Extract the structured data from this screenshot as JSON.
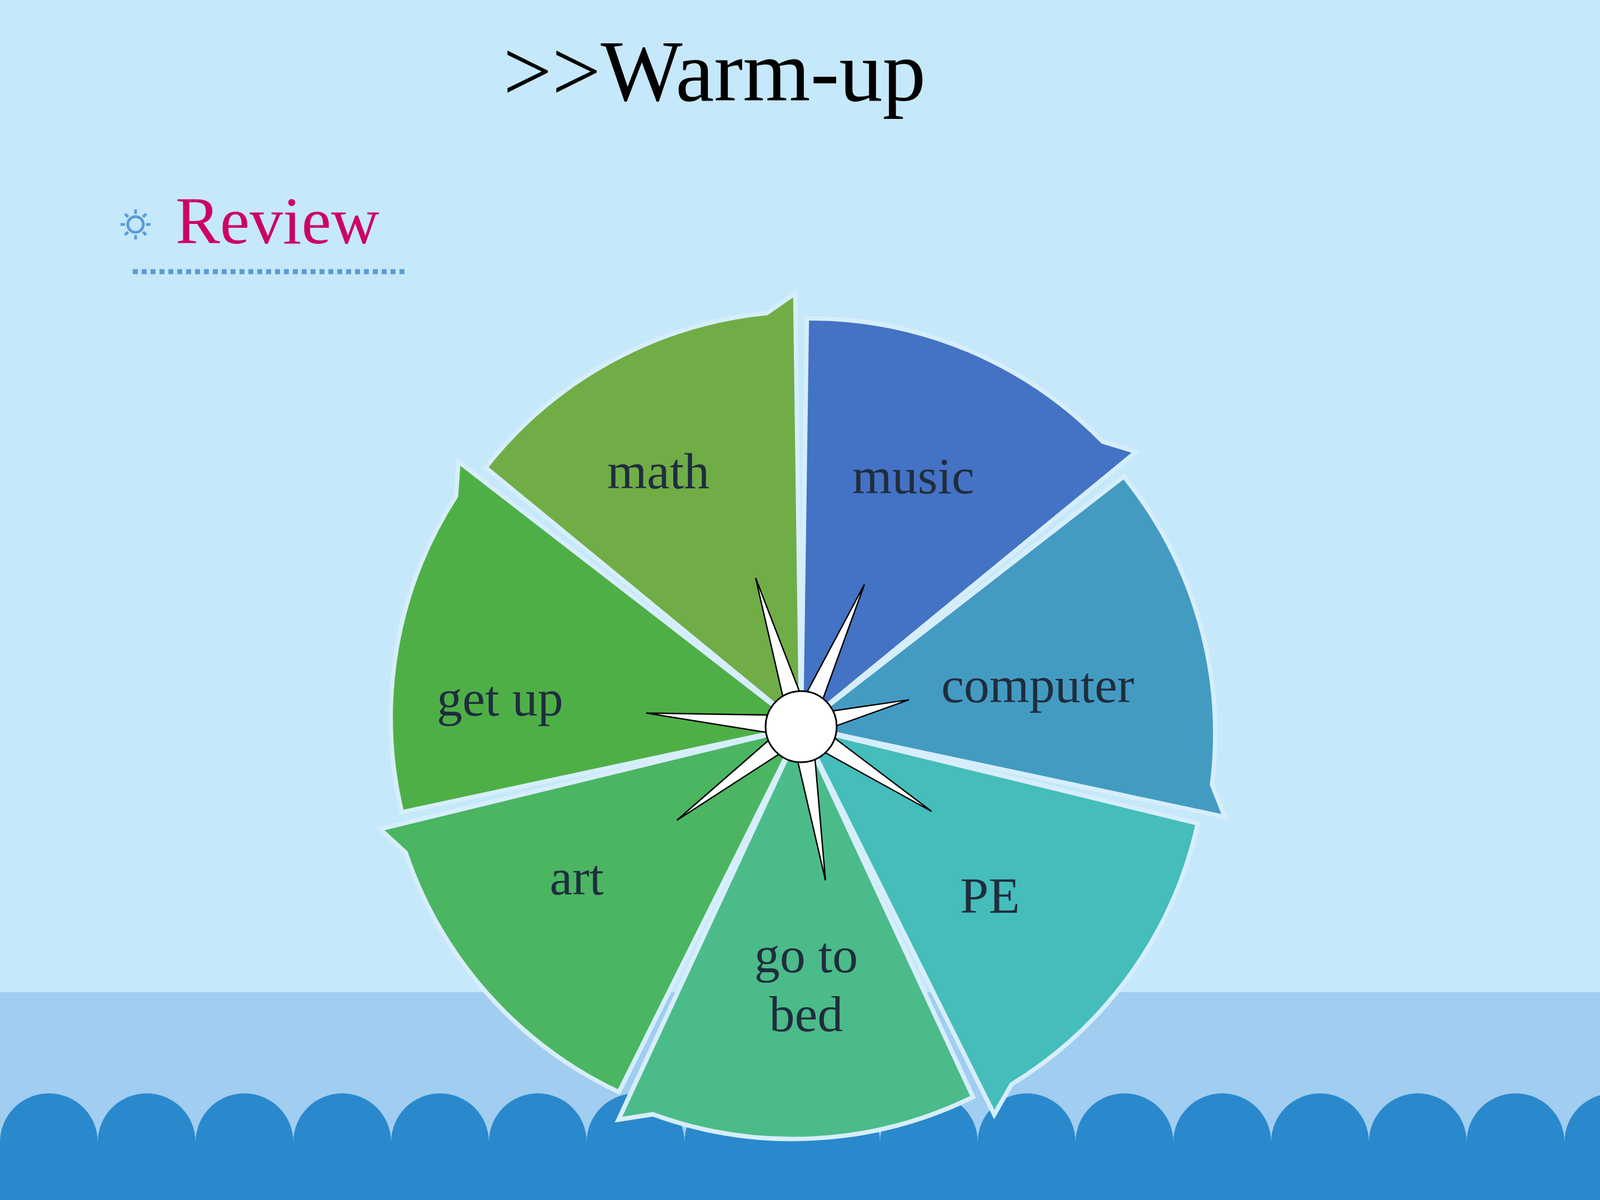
{
  "diagram": {
    "title": ">>Warm-up",
    "nodes": [
      {
        "text": [
          "math"
        ]
      },
      {
        "text": [
          "music"
        ]
      },
      {
        "text": [
          "computer"
        ]
      },
      {
        "text": [
          "PE"
        ]
      },
      {
        "text": [
          "go to bed"
        ]
      },
      {
        "text": [
          "art"
        ]
      },
      {
        "text": [
          "get up"
        ]
      }
    ],
    "labels": [
      "Review"
    ]
  }
}
